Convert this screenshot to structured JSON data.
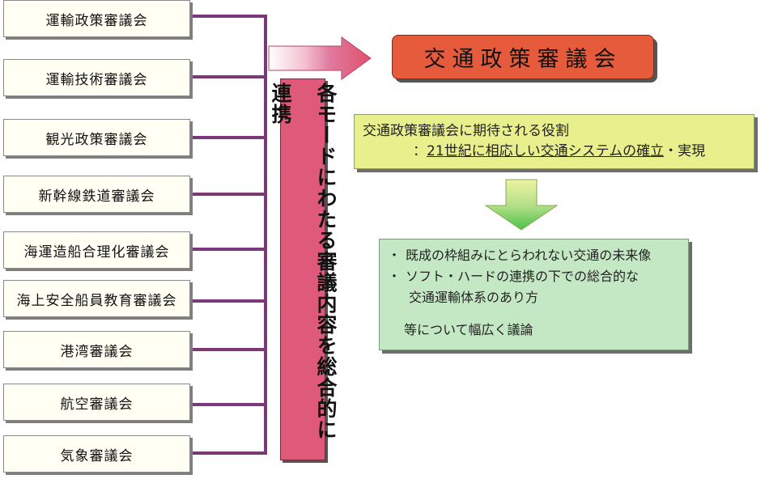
{
  "councils": [
    "運輸政策審議会",
    "運輸技術審議会",
    "観光政策審議会",
    "新幹線鉄道審議会",
    "海運造船合理化審議会",
    "海上安全船員教育審議会",
    "港湾審議会",
    "航空審議会",
    "気象審議会"
  ],
  "vertical_label": "各モードにわたる審議内容を総合的に連携",
  "title": "交通政策審議会",
  "role": {
    "line1": "交通政策審議会に期待される役割",
    "prefix": "：",
    "line2_underlined": "21世紀に相応しい交通システムの確立",
    "line2_rest": "・実現"
  },
  "bullets": {
    "mark": "・",
    "item1": "既成の枠組みにとらわれない交通の未来像",
    "item2": "ソフト・ハードの連携の下での総合的な",
    "item2_cont": "交通運輸体系のあり方",
    "footer": "等について幅広く議論"
  },
  "colors": {
    "title_fill": "#e55b3c",
    "vertical_fill": "#df5a7a",
    "role_fill": "#e8f08e",
    "bullets_fill": "#c5e8c4",
    "connector": "#7a3a7a"
  }
}
